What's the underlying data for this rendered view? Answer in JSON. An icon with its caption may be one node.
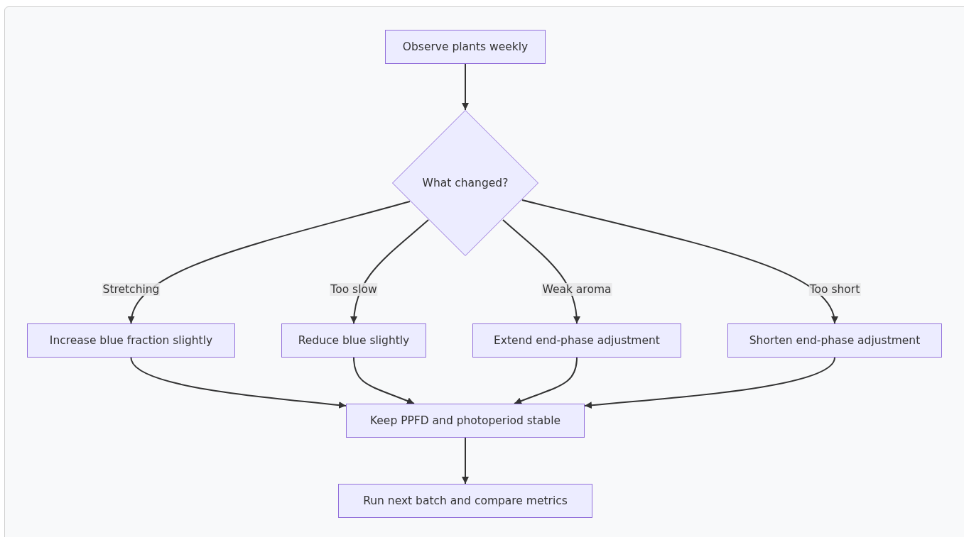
{
  "diagram": {
    "nodes": [
      {
        "text": [
          "Observe plants weekly"
        ]
      },
      {
        "text": [
          "What changed?"
        ]
      },
      {
        "text": [
          "Increase blue fraction slightly"
        ]
      },
      {
        "text": [
          "Reduce blue slightly"
        ]
      },
      {
        "text": [
          "Extend end-phase adjustment"
        ]
      },
      {
        "text": [
          "Shorten end-phase adjustment"
        ]
      },
      {
        "text": [
          "Keep PPFD and photoperiod stable"
        ]
      },
      {
        "text": [
          "Run next batch and compare metrics"
        ]
      }
    ],
    "edges": [
      {
        "from": 0,
        "to": 1,
        "arrow": "to"
      },
      {
        "from": 1,
        "to": 2,
        "arrow": "to",
        "label": "Stretching"
      },
      {
        "from": 1,
        "to": 3,
        "arrow": "to",
        "label": "Too slow"
      },
      {
        "from": 1,
        "to": 4,
        "arrow": "to",
        "label": "Weak aroma"
      },
      {
        "from": 1,
        "to": 5,
        "arrow": "to",
        "label": "Too short"
      },
      {
        "from": 2,
        "to": 6,
        "arrow": "to"
      },
      {
        "from": 3,
        "to": 6,
        "arrow": "to"
      },
      {
        "from": 4,
        "to": 6,
        "arrow": "to"
      },
      {
        "from": 5,
        "to": 6,
        "arrow": "to"
      },
      {
        "from": 6,
        "to": 7,
        "arrow": "to"
      }
    ]
  }
}
